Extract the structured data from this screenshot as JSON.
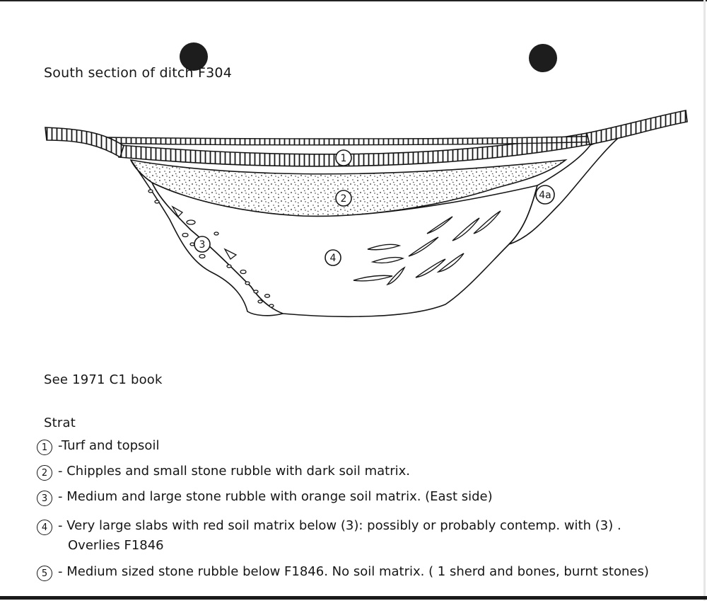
{
  "title": "South section of ditch F304",
  "reference": "See 1971 C1 book",
  "strat_heading": "Strat",
  "layer_labels": [
    "1",
    "2",
    "3",
    "4",
    "4a"
  ],
  "strat": [
    {
      "num": "1",
      "text": "-Turf and topsoil"
    },
    {
      "num": "2",
      "text": "- Chipples and small stone rubble with dark soil matrix."
    },
    {
      "num": "3",
      "text": "- Medium and large stone rubble with orange soil matrix. (East side)"
    },
    {
      "num": "4",
      "text": "- Very large slabs with red soil matrix below (3): possibly or probably contemp. with (3) .",
      "text2": "Overlies F1846"
    },
    {
      "num": "5",
      "text": "- Medium sized stone rubble below F1846. No soil matrix. ( 1 sherd and bones, burnt stones)"
    }
  ]
}
